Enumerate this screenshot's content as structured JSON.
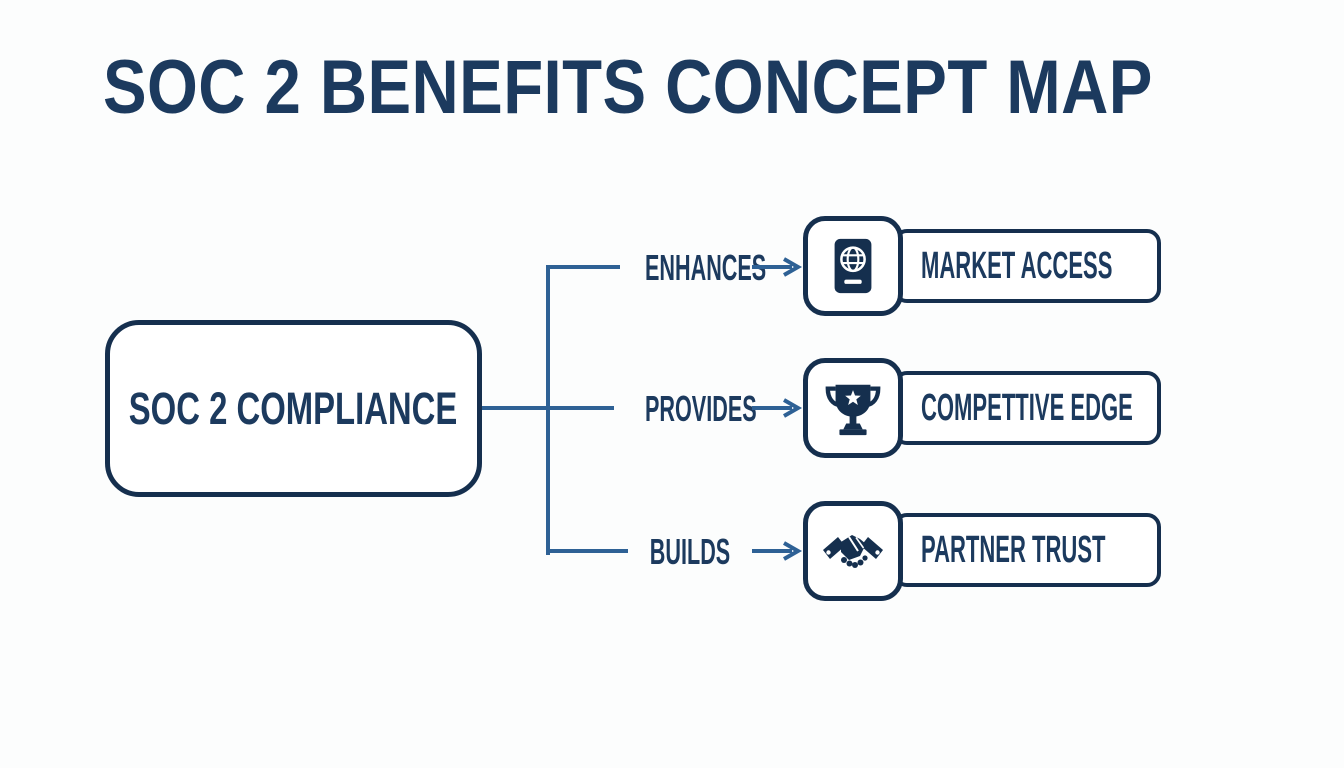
{
  "title": "SOC 2 BENEFITS CONCEPT MAP",
  "root": {
    "label": "SOC 2 COMPLIANCE"
  },
  "branches": [
    {
      "verb": "ENHANCES",
      "target": "MARKET ACCESS",
      "icon": "passport-globe-icon"
    },
    {
      "verb": "PROVIDES",
      "target": "COMPETTIVE EDGE",
      "icon": "trophy-icon"
    },
    {
      "verb": "BUILDS",
      "target": "PARTNER TRUST",
      "icon": "handshake-icon"
    }
  ],
  "colors": {
    "navy_border": "#152f4e",
    "navy_text": "#1c3a5e",
    "connector_blue": "#2e6195",
    "box_fill": "#ffffff",
    "background": "#fcfdfd",
    "icon_glyph": "#ffffff"
  }
}
